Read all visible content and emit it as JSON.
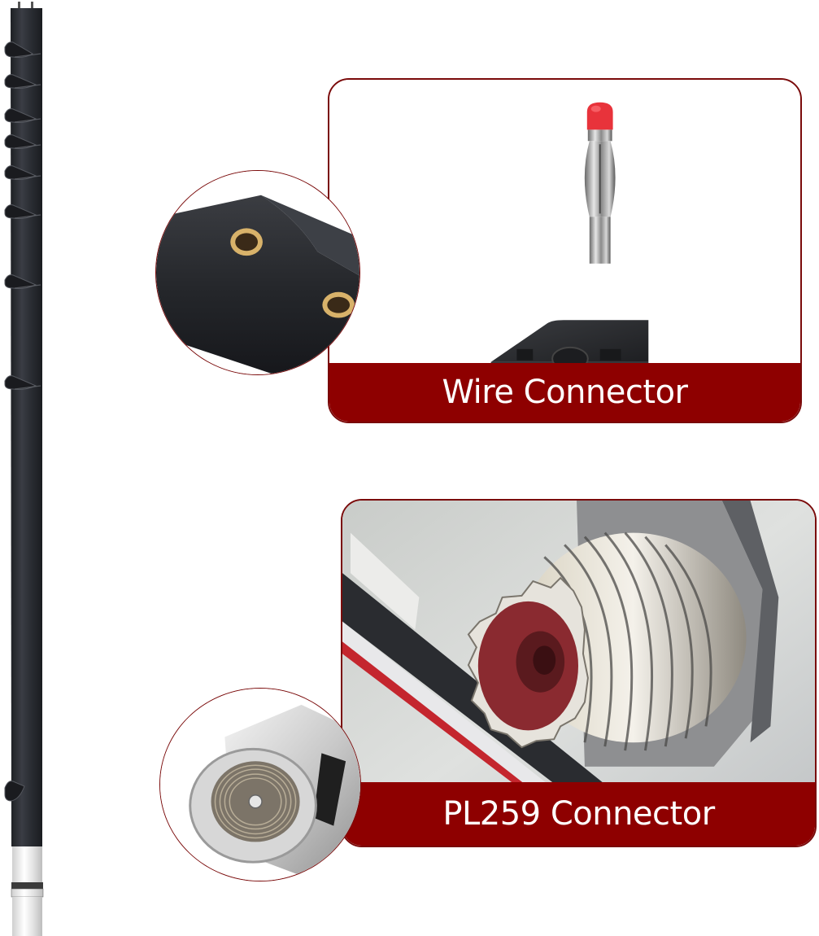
{
  "product_image": {
    "background_color": "#ffffff",
    "accent_color": "#8e0000",
    "border_color": "#7a0a0a",
    "antenna": {
      "description": "Black flexible antenna whip with spiral ribs and chrome base",
      "body_color": "#2b2d31",
      "base_color": "#e8e8e8"
    },
    "insets": [
      {
        "name": "wire-holes-closeup",
        "description": "Close-up of antenna body with two brass wire connection holes"
      },
      {
        "name": "pl259-end-closeup",
        "description": "Close-up of chrome PL259 end fitting"
      }
    ],
    "panels": [
      {
        "label": "Wire Connector",
        "description": "Banana plug with red tip and black body"
      },
      {
        "label": "PL259 Connector",
        "description": "SO-239 chassis socket with threaded chrome body"
      }
    ]
  }
}
